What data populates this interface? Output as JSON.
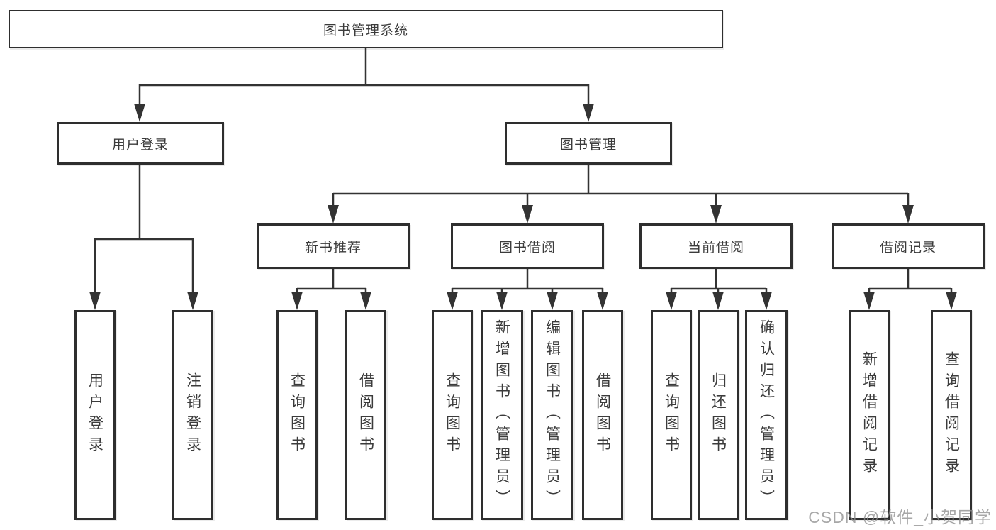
{
  "colors": {
    "background": "#ffffff",
    "box_border": "#2e2e2e",
    "connector_line": "#333333",
    "text": "#3b3b3b",
    "watermark_text": "#8e8e8e"
  },
  "nodes": {
    "root": {
      "label": "图书管理系统"
    },
    "level2": [
      {
        "id": "user-login",
        "label": "用户登录"
      },
      {
        "id": "book-management",
        "label": "图书管理"
      }
    ],
    "level3": [
      {
        "id": "new-book-recommend",
        "label": "新书推荐",
        "parent": "图书管理"
      },
      {
        "id": "book-borrow",
        "label": "图书借阅",
        "parent": "图书管理"
      },
      {
        "id": "current-borrow",
        "label": "当前借阅",
        "parent": "图书管理"
      },
      {
        "id": "borrow-records",
        "label": "借阅记录",
        "parent": "图书管理"
      }
    ],
    "leaves": [
      {
        "label": "用户登录",
        "parent": "用户登录"
      },
      {
        "label": "注销登录",
        "parent": "用户登录"
      },
      {
        "label": "查询图书",
        "parent": "新书推荐"
      },
      {
        "label": "借阅图书",
        "parent": "新书推荐"
      },
      {
        "label": "查询图书",
        "parent": "图书借阅"
      },
      {
        "label": "新增图书（管理员）",
        "parent": "图书借阅"
      },
      {
        "label": "编辑图书（管理员）",
        "parent": "图书借阅"
      },
      {
        "label": "借阅图书",
        "parent": "图书借阅"
      },
      {
        "label": "查询图书",
        "parent": "当前借阅"
      },
      {
        "label": "归还图书",
        "parent": "当前借阅"
      },
      {
        "label": "确认归还（管理员）",
        "parent": "当前借阅"
      },
      {
        "label": "新增借阅记录",
        "parent": "借阅记录"
      },
      {
        "label": "查询借阅记录",
        "parent": "借阅记录"
      }
    ]
  },
  "watermark": {
    "text": "CSDN @软件_小贺同学"
  }
}
